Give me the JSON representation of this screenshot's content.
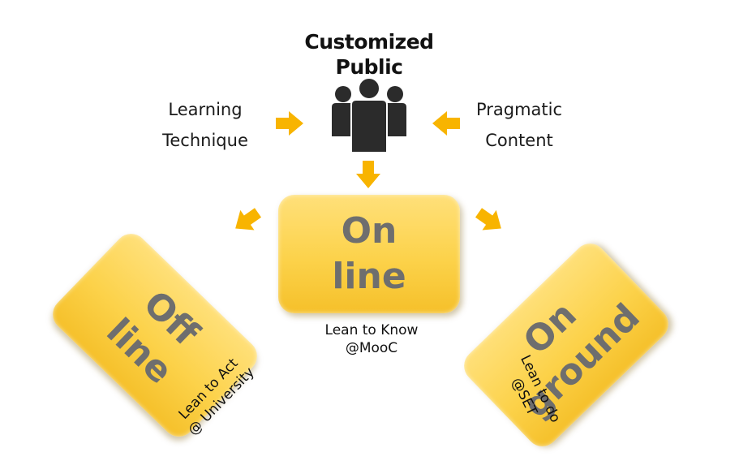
{
  "title": "Customized\nPublic",
  "title_lines": [
    "Customized",
    "Public"
  ],
  "left_input": [
    "Learning",
    "Technique"
  ],
  "right_input": [
    "Pragmatic",
    "Content"
  ],
  "boxes": {
    "online": {
      "label": "On\nline",
      "caption": "Lean to Know\n@MooC"
    },
    "offline": {
      "label": "Off\nline",
      "caption": "Lean to Act\n@ University"
    },
    "onground": {
      "label": "On\nground",
      "caption": "Lean to do\n@SET"
    }
  },
  "colors": {
    "box_fill": "#fcd24a",
    "box_text": "#6e6e6e",
    "arrow": "#f8b400",
    "icon": "#2b2b2b"
  },
  "icons": [
    "group-people-icon"
  ]
}
